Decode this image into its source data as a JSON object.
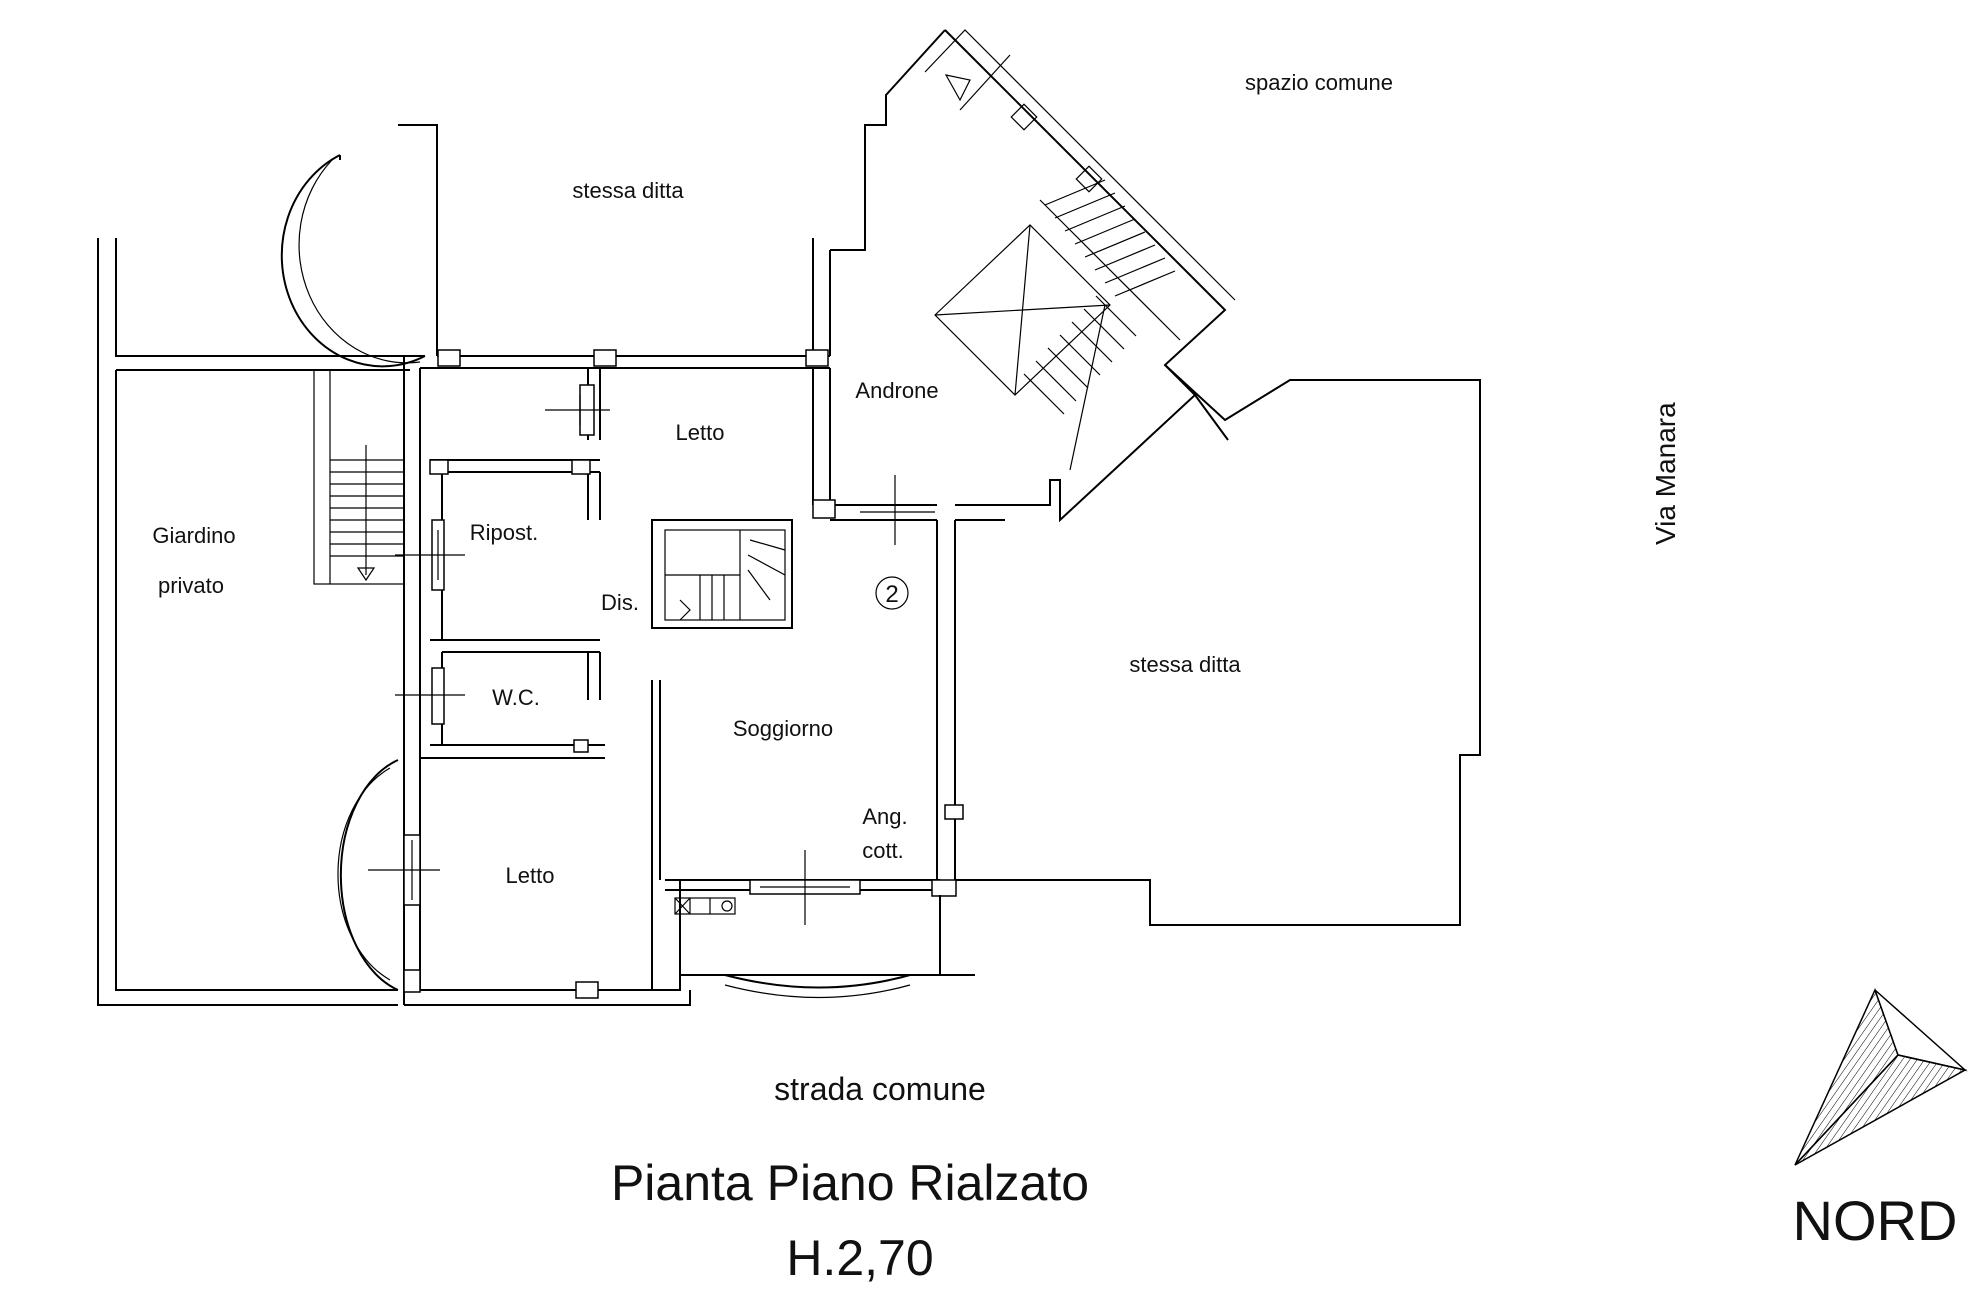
{
  "surroundings": {
    "common_space": "spazio comune",
    "same_owner_top": "stessa ditta",
    "same_owner_right": "stessa ditta",
    "street_name": "Via Manara",
    "common_road": "strada comune"
  },
  "rooms": {
    "garden_line1": "Giardino",
    "garden_line2": "privato",
    "bedroom_top": "Letto",
    "storage": "Ripost.",
    "hallway": "Dis.",
    "wc": "W.C.",
    "living_room": "Soggiorno",
    "kitchenette_line1": "Ang.",
    "kitchenette_line2": "cott.",
    "bedroom_bottom": "Letto",
    "entrance_hall": "Androne"
  },
  "unit_marker": "2",
  "title": {
    "line1": "Pianta Piano Rialzato",
    "line2": "H.2,70"
  },
  "north_label": "NORD",
  "colors": {
    "ink": "#000000",
    "background": "#ffffff"
  }
}
